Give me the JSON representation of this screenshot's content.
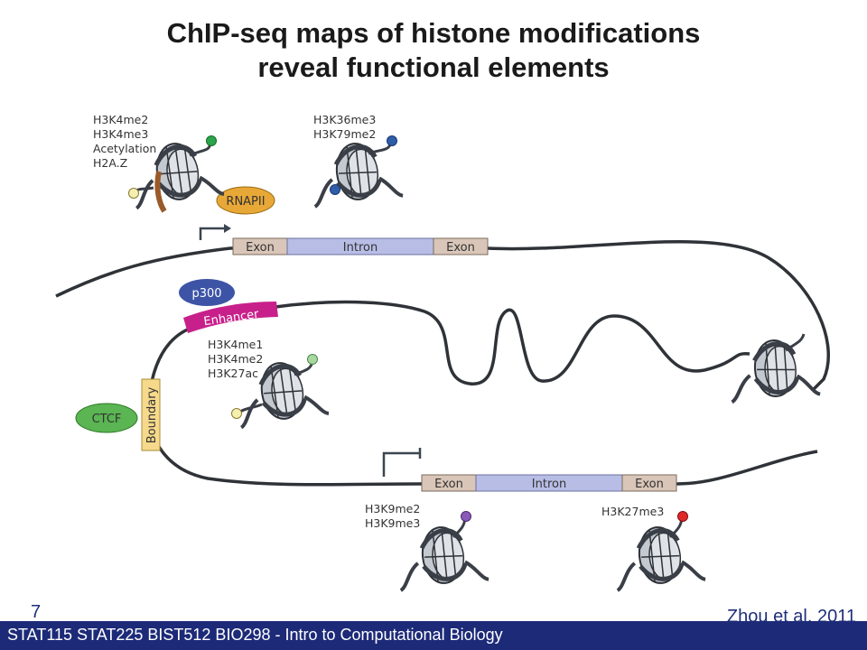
{
  "title": {
    "line1": "ChIP-seq maps of histone modifications",
    "line2": "reveal functional elements"
  },
  "labels": {
    "promoter_marks": [
      "H3K4me2",
      "H3K4me3",
      "Acetylation",
      "H2A.Z"
    ],
    "gene_body_marks": [
      "H3K36me3",
      "H3K79me2"
    ],
    "enhancer_marks": [
      "H3K4me1",
      "H3K4me2",
      "H3K27ac"
    ],
    "repressed_marks_1": [
      "H3K9me2",
      "H3K9me3"
    ],
    "repressed_marks_2": [
      "H3K27me3"
    ]
  },
  "proteins": {
    "rnapii": "RNAPII",
    "p300": "p300",
    "ctcf": "CTCF"
  },
  "elements": {
    "enhancer": "Enhancer",
    "boundary": "Boundary"
  },
  "genes": {
    "gene1": [
      "Exon",
      "Intron",
      "Exon"
    ],
    "gene2": [
      "Exon",
      "Intron",
      "Exon"
    ]
  },
  "colors": {
    "exon": "#d9c6b8",
    "intron": "#b8bde6",
    "rnapii": "#e8a837",
    "p300": "#3d54a6",
    "ctcf": "#5ab552",
    "enhancer": "#c8208b",
    "boundary": "#f6d98b",
    "footer": "#1c2a78"
  },
  "footer": {
    "slide_number": "7",
    "citation": "Zhou et al. 2011",
    "course": "STAT115 STAT225 BIST512 BIO298 - Intro to Computational Biology"
  }
}
